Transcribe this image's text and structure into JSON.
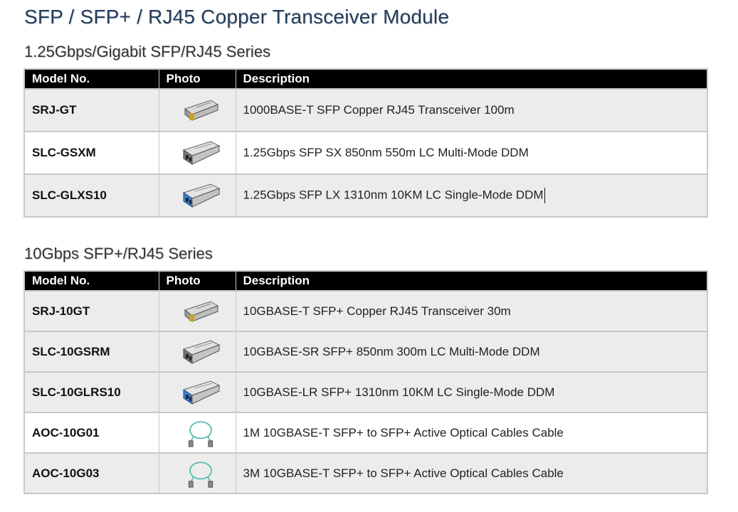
{
  "page": {
    "title": "SFP / SFP+ / RJ45 Copper Transceiver Module"
  },
  "headers": {
    "model": "Model No.",
    "photo": "Photo",
    "description": "Description"
  },
  "sections": [
    {
      "title": "1.25Gbps/Gigabit SFP/RJ45 Series",
      "rows": [
        {
          "model": "SRJ-GT",
          "photo_icon": "sfp-copper-module-icon",
          "description": "1000BASE-T SFP Copper RJ45 Transceiver 100m"
        },
        {
          "model": "SLC-GSXM",
          "photo_icon": "sfp-fiber-module-icon",
          "description": "1.25Gbps SFP SX 850nm 550m LC Multi-Mode DDM"
        },
        {
          "model": "SLC-GLXS10",
          "photo_icon": "sfp-fiber-module-blue-icon",
          "description": "1.25Gbps SFP LX 1310nm 10KM LC Single-Mode DDM"
        }
      ]
    },
    {
      "title": "10Gbps SFP+/RJ45 Series",
      "rows": [
        {
          "model": "SRJ-10GT",
          "photo_icon": "sfp-copper-module-icon",
          "description": "10GBASE-T SFP+ Copper RJ45 Transceiver 30m"
        },
        {
          "model": "SLC-10GSRM",
          "photo_icon": "sfp-fiber-module-icon",
          "description": "10GBASE-SR SFP+ 850nm 300m LC Multi-Mode DDM"
        },
        {
          "model": "SLC-10GLRS10",
          "photo_icon": "sfp-fiber-module-blue-icon",
          "description": "10GBASE-LR SFP+ 1310nm 10KM LC Single-Mode DDM"
        },
        {
          "model": "AOC-10G01",
          "photo_icon": "active-optical-cable-icon",
          "description": "1M 10GBASE-T SFP+ to SFP+ Active Optical Cables Cable"
        },
        {
          "model": "AOC-10G03",
          "photo_icon": "active-optical-cable-icon",
          "description": "3M 10GBASE-T SFP+ to SFP+ Active Optical Cables Cable"
        }
      ]
    }
  ],
  "colors": {
    "title": "#1f3b5c",
    "header_bg": "#000000",
    "row_shade": "#ececec",
    "border": "#c8c8c8"
  }
}
